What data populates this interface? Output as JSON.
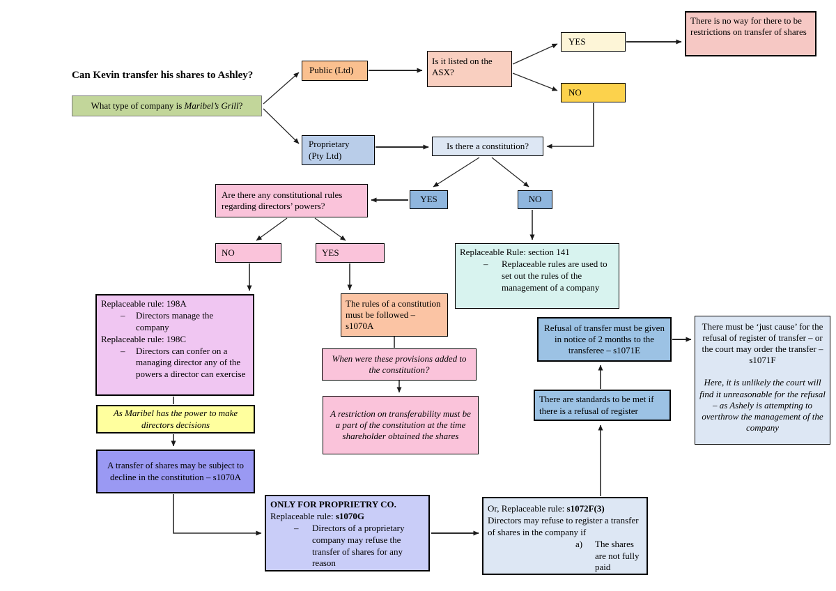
{
  "title": "Can Kevin transfer his shares to Ashley?",
  "glyphs": {
    "bullet_dash": "–"
  },
  "palette": {
    "green": "#c2d69a",
    "orange": "#fac08f",
    "salmon": "#f9cfc0",
    "cream": "#fdf5d7",
    "gold": "#fcd24c",
    "rose": "#f6c8c4",
    "blue_light": "#b9cde9",
    "blue_pale": "#dde7f4",
    "blue_mid": "#8fb6de",
    "blue_steel": "#9cc2e4",
    "pink": "#fac3da",
    "cyan": "#d8f3ef",
    "plum": "#f0c6f2",
    "yellow": "#ffff9e",
    "periwinkle": "#9a99f3",
    "periwinkle_light": "#c9cdf8",
    "peach": "#fbc4a4"
  },
  "nodes": {
    "company_type": {
      "pre": "What type of company is ",
      "em": "Maribel’s Grill",
      "post": "?"
    },
    "public": "Public (Ltd)",
    "asx": "Is it listed on the ASX?",
    "asx_yes": "YES",
    "asx_no": "NO",
    "no_restrictions": "There is no way for there to be restrictions on transfer of shares",
    "proprietary": {
      "line1": "Proprietary",
      "line2": "(Pty Ltd)"
    },
    "constitution": "Is there a constitution?",
    "const_yes": "YES",
    "const_no": "NO",
    "rules_q": "Are there any constitutional rules regarding directors’ powers?",
    "rules_no": "NO",
    "rules_yes": "YES",
    "rr141": {
      "title": "Replaceable Rule: section 141",
      "bullet": "Replaceable rules are used to set out the rules of the management of a company"
    },
    "rr198": {
      "title1": "Replaceable rule: 198A",
      "bullet1": "Directors manage the company",
      "title2": "Replaceable rule: 198C",
      "bullet2": "Directors can confer on a managing director any of the powers a director can exercise"
    },
    "maribel_power": "As Maribel has the power to make directors decisions",
    "transfer_decline": "A transfer of shares may be subject to decline in the constitution – s1070A",
    "rules_followed": "The rules of a constitution must be followed – s1070A",
    "provisions_added": "When were these provisions added to the constitution?",
    "restriction_part": "A restriction on transferability must be a part of the constitution at the time shareholder obtained the shares",
    "refusal_notice": "Refusal of transfer must be given in notice of 2 months to the transferee – s1071E",
    "standards": "There are standards to be met if there is a refusal of register",
    "just_cause": {
      "p1": "There must be ‘just cause’ for the refusal of register of transfer – or the court may order the transfer – s1071F",
      "p2": "Here, it is unlikely the court will find it unreasonable for the refusal – as Ashely is attempting to overthrow the management of the company"
    },
    "only_pty": {
      "title": "ONLY FOR PROPRIETRY CO.",
      "rule_pre": "Replaceable rule: ",
      "rule_bold": "s1070G",
      "bullet": "Directors of a proprietary company may refuse the transfer of shares for any reason"
    },
    "or_rule": {
      "pre": "Or, Replaceable rule: ",
      "bold": "s1072F(3)",
      "line2": "Directors may refuse to register a transfer of shares in the company if",
      "item_label": "a)",
      "item_text": "The shares are not fully paid"
    }
  }
}
